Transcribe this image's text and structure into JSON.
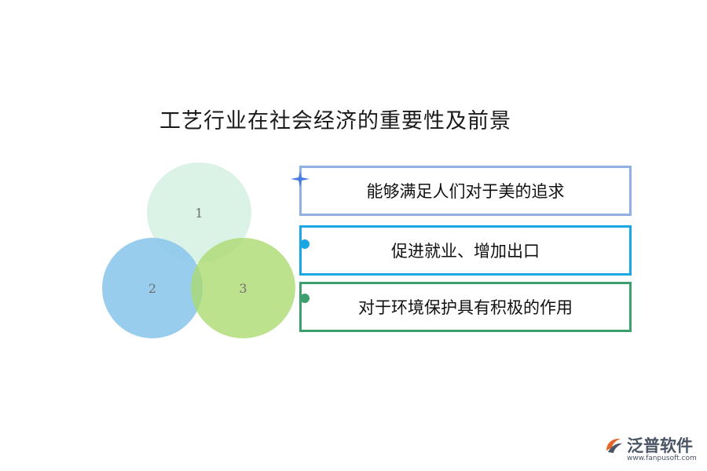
{
  "title": "工艺行业在社会经济的重要性及前景",
  "circles": [
    {
      "label": "1",
      "color": "#cdedde"
    },
    {
      "label": "2",
      "color": "#8dc8ec"
    },
    {
      "label": "3",
      "color": "#aada6e"
    }
  ],
  "items": [
    {
      "text": "能够满足人们对于美的追求",
      "border_color": "#8fb0e0",
      "marker_color": "#4a7be0",
      "marker": "star-icon"
    },
    {
      "text": "促进就业、增加出口",
      "border_color": "#1aa6e2",
      "marker_color": "#1aa6e2",
      "marker": "dot-icon"
    },
    {
      "text": "对于环境保护具有积极的作用",
      "border_color": "#3d9e6e",
      "marker_color": "#3d9e6e",
      "marker": "dot-icon"
    }
  ],
  "logo": {
    "name": "泛普软件",
    "url": "www.fanpusoft.com",
    "accent": "#e8632a",
    "color": "#4a5565"
  }
}
